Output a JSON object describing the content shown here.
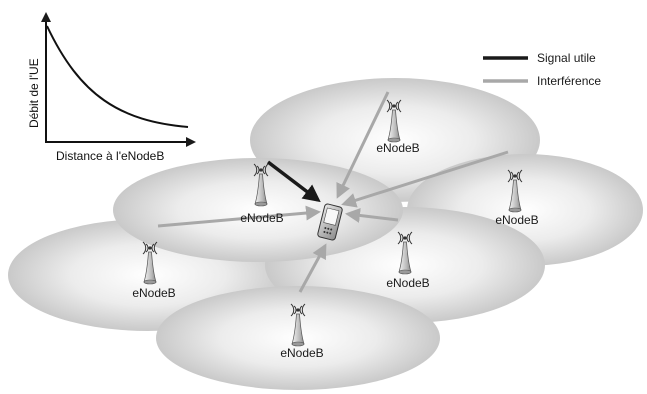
{
  "legend": {
    "signal_label": "Signal utile",
    "interference_label": "Interférence",
    "signal_color": "#1a1a1a",
    "interference_color": "#a8a8a8"
  },
  "inset_chart": {
    "ylabel": "Débit de l'UE",
    "xlabel": "Distance à l'eNodeB"
  },
  "stations": [
    {
      "id": "top",
      "label": "eNodeB"
    },
    {
      "id": "serving",
      "label": "eNodeB"
    },
    {
      "id": "right",
      "label": "eNodeB"
    },
    {
      "id": "left",
      "label": "eNodeB"
    },
    {
      "id": "center-right",
      "label": "eNodeB"
    },
    {
      "id": "bottom",
      "label": "eNodeB"
    }
  ],
  "device_icon": "mobile-phone-icon",
  "station_icon": "antenna-tower-icon"
}
